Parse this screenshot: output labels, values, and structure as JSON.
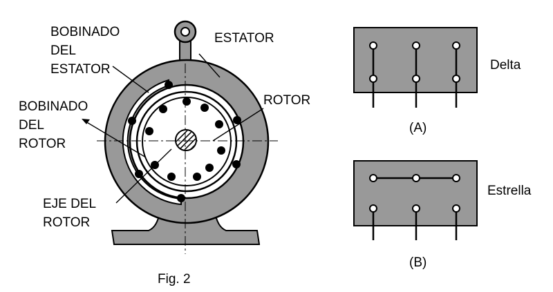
{
  "motor": {
    "label_stator_winding_line1": "BOBINADO",
    "label_stator_winding_line2": "DEL",
    "label_stator_winding_line3": "ESTATOR",
    "label_stator": "ESTATOR",
    "label_rotor_winding_line1": "BOBINADO",
    "label_rotor_winding_line2": "DEL",
    "label_rotor_winding_line3": "ROTOR",
    "label_rotor": "ROTOR",
    "label_shaft_line1": "EJE DEL",
    "label_shaft_line2": "ROTOR",
    "caption": "Fig. 2"
  },
  "connections": {
    "delta_label": "Delta",
    "delta_caption": "(A)",
    "star_label": "Estrella",
    "star_caption": "(B)"
  },
  "colors": {
    "stator_fill": "#999999",
    "box_fill": "#999999",
    "ink": "#000000",
    "background": "#ffffff"
  }
}
